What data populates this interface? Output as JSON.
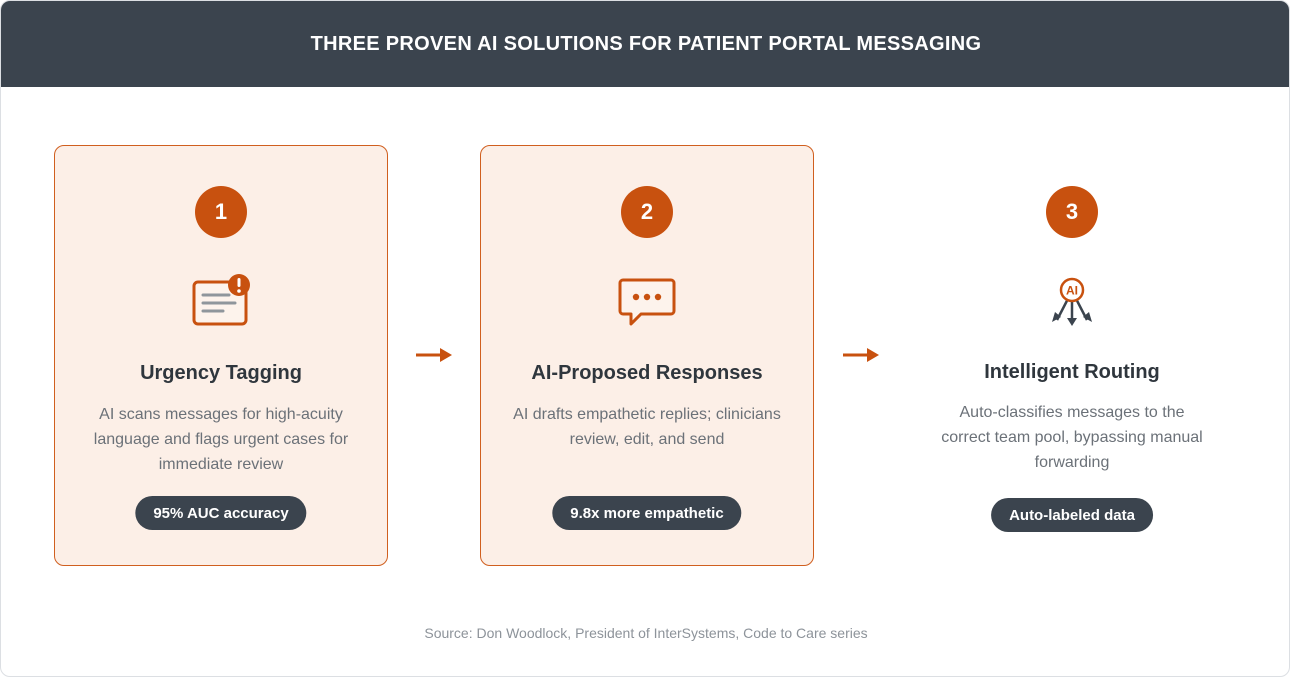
{
  "header": {
    "title": "THREE PROVEN AI SOLUTIONS FOR PATIENT PORTAL MESSAGING"
  },
  "colors": {
    "accent": "#c8510f",
    "dark": "#3b444e",
    "card_bg": "#fcefe7"
  },
  "steps": [
    {
      "number": "1",
      "icon": "urgent-message-icon",
      "title": "Urgency Tagging",
      "description": "AI scans messages for high-acuity language and flags urgent cases for immediate review",
      "badge": "95% AUC accuracy",
      "highlighted": true
    },
    {
      "number": "2",
      "icon": "chat-bubble-icon",
      "title": "AI-Proposed Responses",
      "description": "AI drafts empathetic replies; clinicians review, edit, and send",
      "badge": "9.8x more empathetic",
      "highlighted": true
    },
    {
      "number": "3",
      "icon": "ai-routing-icon",
      "title": "Intelligent Routing",
      "description": "Auto-classifies messages to the correct team pool, bypassing manual forwarding",
      "badge": "Auto-labeled data",
      "highlighted": false
    }
  ],
  "ai_icon_label": "AI",
  "source": "Source: Don Woodlock, President of InterSystems, Code to Care series"
}
